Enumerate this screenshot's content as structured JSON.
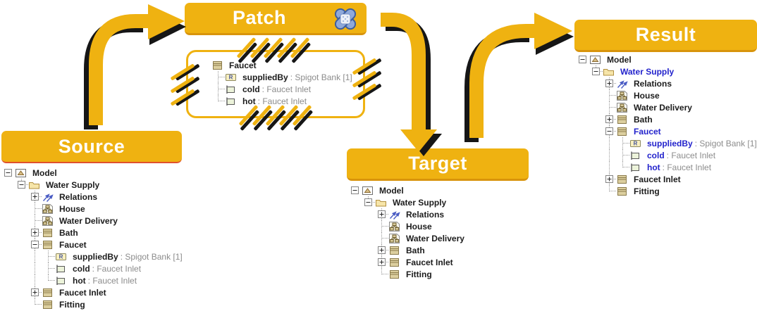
{
  "colors": {
    "accent_yellow": "#EFB211",
    "outline_black": "#161616",
    "blue_text": "#2323CC",
    "type_gray": "#8C8C8C",
    "name_black": "#1C1C1C",
    "bandaid_blue": "#8FA9DA",
    "bandaid_border": "#3D5E9E"
  },
  "banners": {
    "source": "Source",
    "patch": "Patch",
    "target": "Target",
    "result": "Result"
  },
  "patch_banner_icon": "bandaid-cross-icon",
  "patch_box": {
    "rows": [
      {
        "icon": "class",
        "name": "Faucet",
        "cells": ""
      },
      {
        "icon": "reference",
        "name": "suppliedBy",
        "type": ": Spigot Bank [1]",
        "cells": "b"
      },
      {
        "icon": "attribute",
        "name": "cold",
        "type": ": Faucet Inlet",
        "cells": "b"
      },
      {
        "icon": "attribute",
        "name": "hot",
        "type": ": Faucet Inlet",
        "cells": "l"
      }
    ]
  },
  "trees": {
    "source": {
      "rows": [
        {
          "icon": "model",
          "name": "Model",
          "cells": "n",
          "expander": "minus"
        },
        {
          "icon": "folder",
          "name": "Water Supply",
          "cells": "nl",
          "expander": "minus"
        },
        {
          "icon": "relations",
          "name": "Relations",
          "cells": "nnb",
          "expander": "plus"
        },
        {
          "icon": "diagram",
          "name": "House",
          "cells": "nnb"
        },
        {
          "icon": "diagram",
          "name": "Water Delivery",
          "cells": "nnb"
        },
        {
          "icon": "class",
          "name": "Bath",
          "cells": "nnb",
          "expander": "plus"
        },
        {
          "icon": "class",
          "name": "Faucet",
          "cells": "nnb",
          "expander": "minus"
        },
        {
          "icon": "reference",
          "name": "suppliedBy",
          "type": ": Spigot Bank [1]",
          "cells": "nnib"
        },
        {
          "icon": "attribute",
          "name": "cold",
          "type": ": Faucet Inlet",
          "cells": "nnib"
        },
        {
          "icon": "attribute",
          "name": "hot",
          "type": ": Faucet Inlet",
          "cells": "nnil"
        },
        {
          "icon": "class",
          "name": "Faucet Inlet",
          "cells": "nnb",
          "expander": "plus"
        },
        {
          "icon": "class",
          "name": "Fitting",
          "cells": "nnl"
        }
      ]
    },
    "target": {
      "rows": [
        {
          "icon": "model",
          "name": "Model",
          "cells": "n",
          "expander": "minus"
        },
        {
          "icon": "folder",
          "name": "Water Supply",
          "cells": "nl",
          "expander": "minus"
        },
        {
          "icon": "relations",
          "name": "Relations",
          "cells": "nnb",
          "expander": "plus"
        },
        {
          "icon": "diagram",
          "name": "House",
          "cells": "nnb"
        },
        {
          "icon": "diagram",
          "name": "Water Delivery",
          "cells": "nnb"
        },
        {
          "icon": "class",
          "name": "Bath",
          "cells": "nnb",
          "expander": "plus"
        },
        {
          "icon": "class",
          "name": "Faucet Inlet",
          "cells": "nnb",
          "expander": "plus"
        },
        {
          "icon": "class",
          "name": "Fitting",
          "cells": "nnl"
        }
      ]
    },
    "result": {
      "rows": [
        {
          "icon": "model",
          "name": "Model",
          "cells": "n",
          "expander": "minus"
        },
        {
          "icon": "folder",
          "name": "Water Supply",
          "cells": "nl",
          "expander": "minus",
          "blue": true
        },
        {
          "icon": "relations",
          "name": "Relations",
          "cells": "nnb",
          "expander": "plus"
        },
        {
          "icon": "diagram",
          "name": "House",
          "cells": "nnb"
        },
        {
          "icon": "diagram",
          "name": "Water Delivery",
          "cells": "nnb"
        },
        {
          "icon": "class",
          "name": "Bath",
          "cells": "nnb",
          "expander": "plus"
        },
        {
          "icon": "class",
          "name": "Faucet",
          "cells": "nnb",
          "expander": "minus",
          "blue": true
        },
        {
          "icon": "reference",
          "name": "suppliedBy",
          "type": ": Spigot Bank [1]",
          "cells": "nnib",
          "blue": true
        },
        {
          "icon": "attribute",
          "name": "cold",
          "type": ": Faucet Inlet",
          "cells": "nnib",
          "blue": true
        },
        {
          "icon": "attribute",
          "name": "hot",
          "type": ": Faucet Inlet",
          "cells": "nnil",
          "blue": true
        },
        {
          "icon": "class",
          "name": "Faucet Inlet",
          "cells": "nnb",
          "expander": "plus"
        },
        {
          "icon": "class",
          "name": "Fitting",
          "cells": "nnl"
        }
      ]
    }
  }
}
